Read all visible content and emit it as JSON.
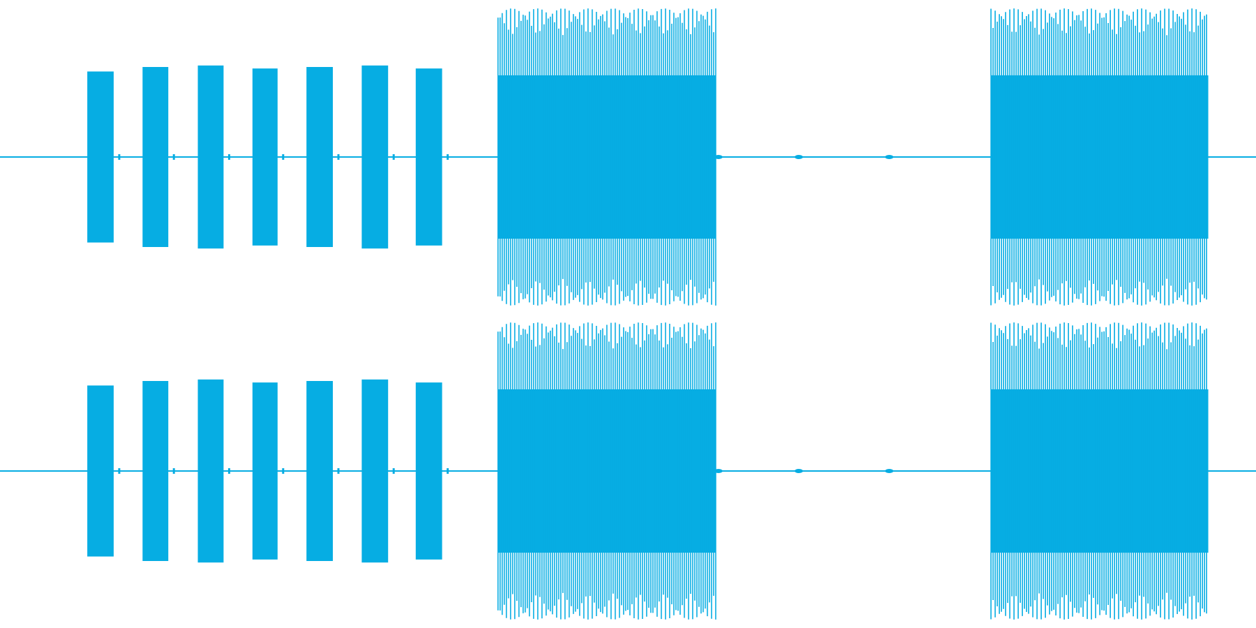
{
  "waveform": {
    "color": "#06ADE3",
    "channels": [
      {
        "id": "channel-1"
      },
      {
        "id": "channel-2"
      }
    ],
    "segments": [
      {
        "type": "beep",
        "start": 0.0695,
        "end": 0.0905,
        "amplitude": 0.57
      },
      {
        "type": "beep",
        "start": 0.1135,
        "end": 0.134,
        "amplitude": 0.6
      },
      {
        "type": "beep",
        "start": 0.1575,
        "end": 0.178,
        "amplitude": 0.61
      },
      {
        "type": "beep",
        "start": 0.201,
        "end": 0.221,
        "amplitude": 0.59
      },
      {
        "type": "beep",
        "start": 0.244,
        "end": 0.265,
        "amplitude": 0.6
      },
      {
        "type": "beep",
        "start": 0.288,
        "end": 0.309,
        "amplitude": 0.61
      },
      {
        "type": "beep",
        "start": 0.331,
        "end": 0.352,
        "amplitude": 0.59
      },
      {
        "type": "buzz",
        "start": 0.3965,
        "end": 0.57,
        "amplitude": 0.99
      },
      {
        "type": "buzz",
        "start": 0.789,
        "end": 0.962,
        "amplitude": 0.99
      }
    ]
  }
}
